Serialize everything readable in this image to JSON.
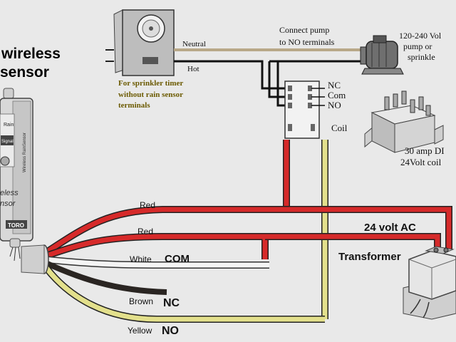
{
  "sensor_device": {
    "title_line1": "wireless",
    "title_line2": "sensor",
    "face_label_rain": "Rain",
    "face_label_signal": "Signal",
    "side_text": "Wireless RainSensor",
    "brand_line1": "eless",
    "brand_line2": "nsor",
    "toro_logo": "TORO"
  },
  "timer": {
    "neutral_label": "Neutral",
    "hot_label": "Hot",
    "note_line1": "For sprinkler timer",
    "note_line2": "without rain sensor",
    "note_line3": "terminals"
  },
  "pump": {
    "connect_line1": "Connect pump",
    "connect_line2": "to NO terminals",
    "voltage_line1": "120-240 Vol",
    "voltage_line2": "pump or",
    "voltage_line3": "sprinkle"
  },
  "relay": {
    "nc_label": "NC",
    "com_label": "Com",
    "no_label": "NO",
    "coil_label": "Coil",
    "rating_line1": "30 amp DI",
    "rating_line2": "24Volt coil"
  },
  "wires": {
    "red1": "Red",
    "red2": "Red",
    "white": "White",
    "white_term": "COM",
    "brown": "Brown",
    "brown_term": "NC",
    "yellow": "Yellow",
    "yellow_term": "NO"
  },
  "transformer": {
    "label": "Transformer",
    "voltage_label": "24 volt AC"
  },
  "colors": {
    "red_wire": "#d62a2a",
    "yellow_wire": "#e3e08c",
    "white_wire": "#f4f4f4",
    "brown_wire": "#2a2522",
    "note_text": "#6b5a00",
    "ink": "#111111",
    "background": "#e9e9e9"
  }
}
